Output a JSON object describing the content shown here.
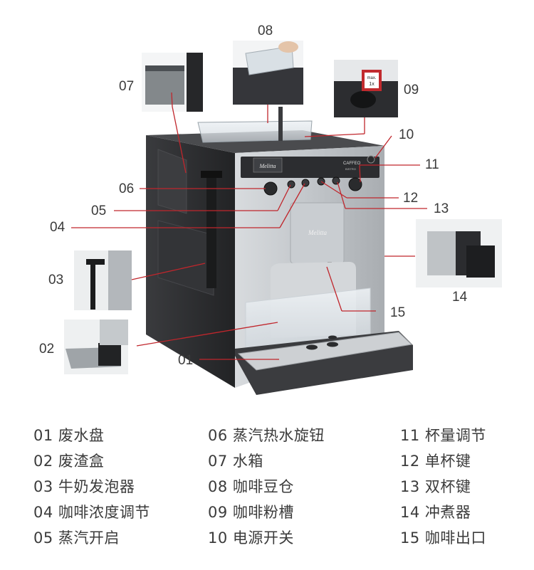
{
  "callouts": [
    "01",
    "02",
    "03",
    "04",
    "05",
    "06",
    "07",
    "08",
    "09",
    "10",
    "11",
    "12",
    "13",
    "14",
    "15"
  ],
  "legend": [
    "01 废水盘",
    "02 废渣盒",
    "03 牛奶发泡器",
    "04 咖啡浓度调节",
    "05 蒸汽开启",
    "06 蒸汽热水旋钮",
    "07 水箱",
    "08 咖啡豆仓",
    "09 咖啡粉槽",
    "10 电源开关",
    "11 杯量调节",
    "12 单杯键",
    "13 双杯键",
    "14 冲煮器",
    "15 咖啡出口"
  ],
  "machine": {
    "brand": "Melitta",
    "model_line1": "CAFFEO",
    "model_line2": "BISTRO"
  },
  "inset_09_card": {
    "line1": "max.",
    "line2": "1x"
  },
  "colors": {
    "leader_line": "#c0262c",
    "text": "#3a3a3a",
    "silver": "#b8bcc0",
    "dark_body": "#2b2c2e"
  }
}
